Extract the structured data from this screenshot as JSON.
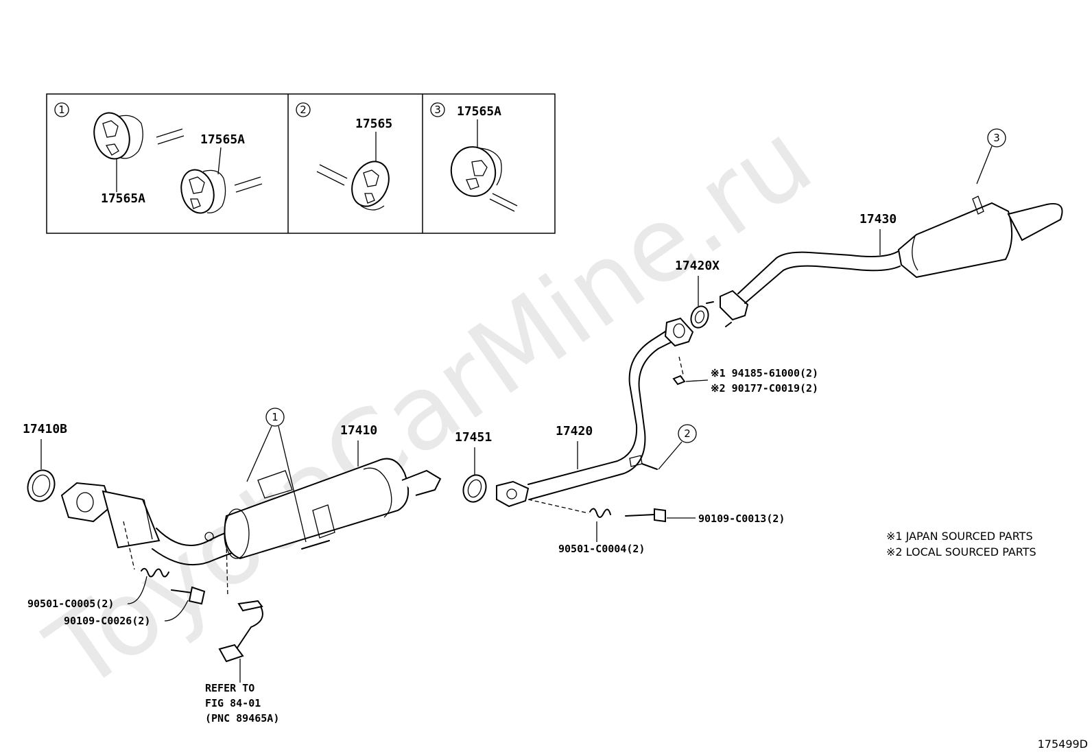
{
  "watermark": "ToyotaCarMine.ru",
  "figure_code": "175499D",
  "inset": {
    "panel1": {
      "marker": "1",
      "labels": [
        "17565A",
        "17565A"
      ]
    },
    "panel2": {
      "marker": "2",
      "label": "17565"
    },
    "panel3": {
      "marker": "3",
      "label": "17565A"
    }
  },
  "callouts": {
    "c1": "1",
    "c2": "2",
    "c3": "3"
  },
  "parts": {
    "p17410B": "17410B",
    "p17410": "17410",
    "p17451": "17451",
    "p17420": "17420",
    "p17420X": "17420X",
    "p17430": "17430",
    "p90109_C0013": "90109-C0013(2)",
    "p90501_C0004": "90501-C0004(2)",
    "p90501_C0005": "90501-C0005(2)",
    "p90109_C0026": "90109-C0026(2)",
    "nut_japan": "※1 94185-61000(2)",
    "nut_local": "※2 90177-C0019(2)"
  },
  "refer": {
    "line1": "REFER TO",
    "line2": "FIG 84-01",
    "line3": "(PNC 89465A)"
  },
  "legend": {
    "japan": "※1  JAPAN SOURCED PARTS",
    "local": "※2  LOCAL SOURCED PARTS"
  }
}
